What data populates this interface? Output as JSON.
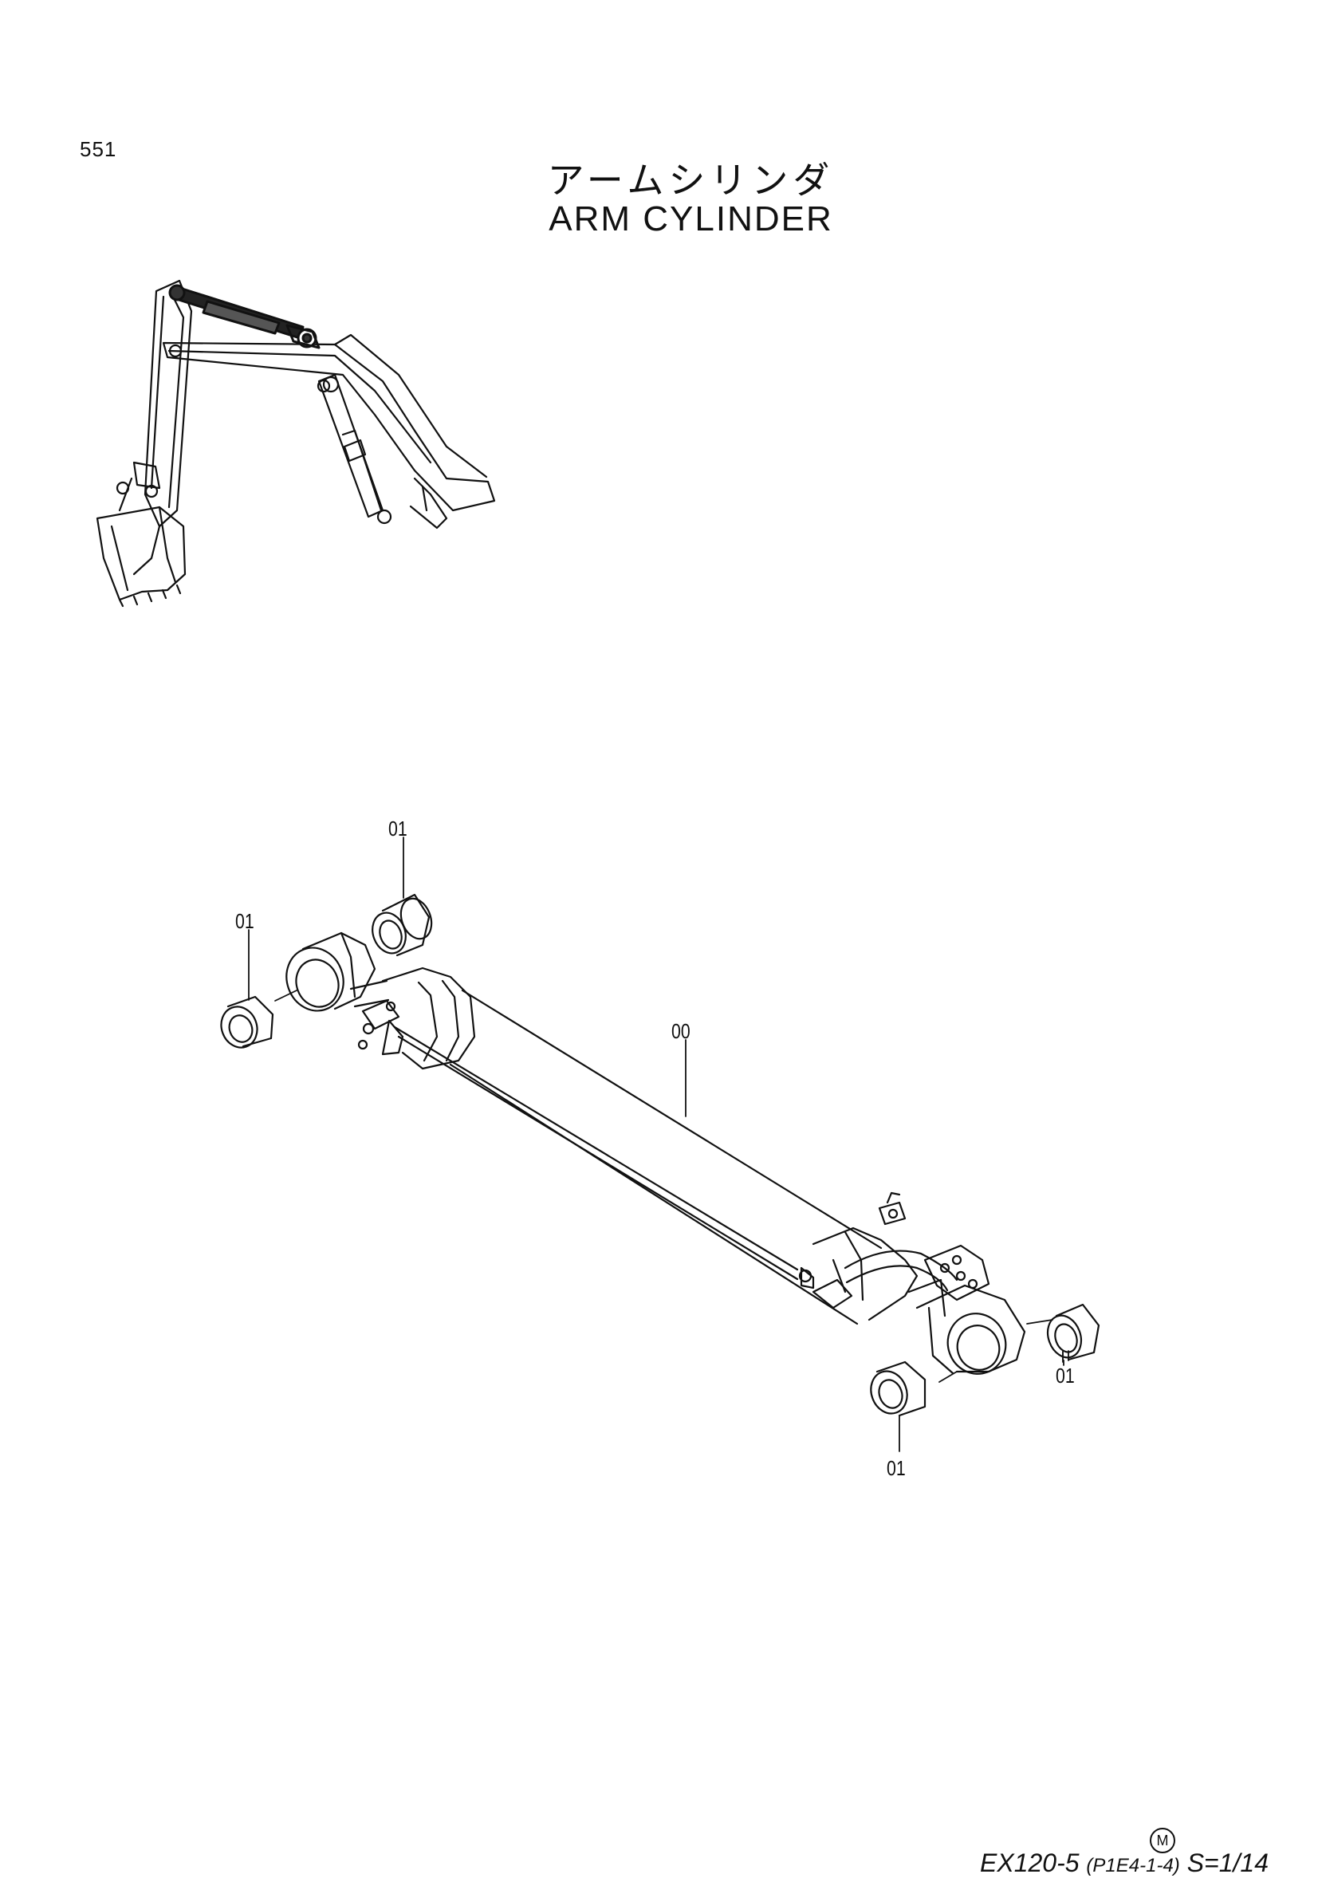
{
  "page": {
    "number": "551"
  },
  "title": {
    "jp": "アームシリンダ",
    "en": "ARM  CYLINDER"
  },
  "callouts": [
    {
      "id": "c1",
      "text": "01"
    },
    {
      "id": "c2",
      "text": "01"
    },
    {
      "id": "c3",
      "text": "00"
    },
    {
      "id": "c4",
      "text": "01"
    },
    {
      "id": "c5",
      "text": "01"
    }
  ],
  "footer": {
    "mark": "M",
    "model": "EX120-5",
    "code": "(P1E4-1-4)",
    "scale": "S=1/14"
  }
}
